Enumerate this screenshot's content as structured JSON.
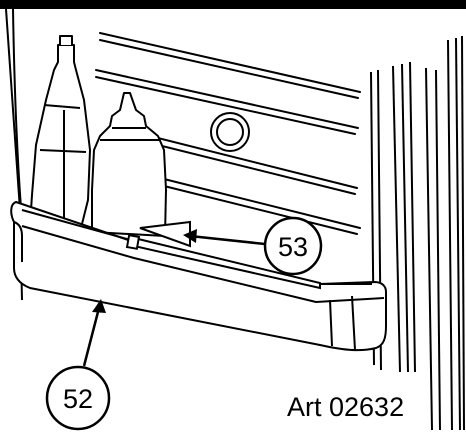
{
  "callouts": {
    "bin": "52",
    "bar": "53"
  },
  "art_number": "Art 02632",
  "colors": {
    "line": "#000000",
    "background": "#ffffff",
    "top_band": "#000000"
  }
}
